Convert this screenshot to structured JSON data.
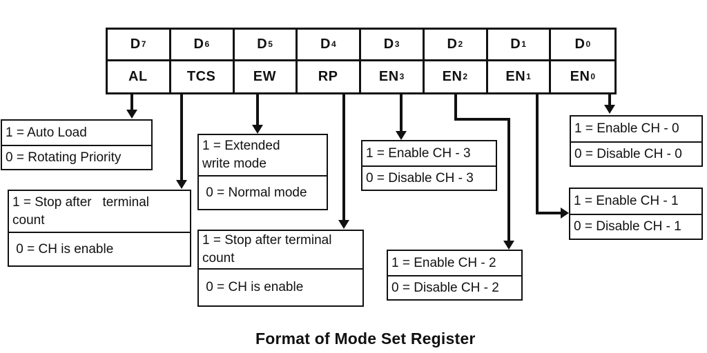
{
  "title": "Format of Mode Set Register",
  "colors": {
    "line": "#111111",
    "background": "#ffffff"
  },
  "register": {
    "bits": [
      {
        "name": "D",
        "sub": "7",
        "label": "AL",
        "label_sub": ""
      },
      {
        "name": "D",
        "sub": "6",
        "label": "TCS",
        "label_sub": ""
      },
      {
        "name": "D",
        "sub": "5",
        "label": "EW",
        "label_sub": ""
      },
      {
        "name": "D",
        "sub": "4",
        "label": "RP",
        "label_sub": ""
      },
      {
        "name": "D",
        "sub": "3",
        "label": "EN",
        "label_sub": "3"
      },
      {
        "name": "D",
        "sub": "2",
        "label": "EN",
        "label_sub": "2"
      },
      {
        "name": "D",
        "sub": "1",
        "label": "EN",
        "label_sub": "1"
      },
      {
        "name": "D",
        "sub": "0",
        "label": "EN",
        "label_sub": "0"
      }
    ]
  },
  "annotations": [
    {
      "bit": "AL",
      "rows": [
        "1 = Auto Load",
        "0 = Rotating Priority"
      ]
    },
    {
      "bit": "TCS",
      "rows": [
        "1 = Stop after   terminal\ncount",
        " 0 = CH is enable"
      ]
    },
    {
      "bit": "EW",
      "rows": [
        "1 = Extended\nwrite mode",
        " 0 = Normal mode"
      ]
    },
    {
      "bit": "RP",
      "rows": [
        "1 = Stop after terminal\ncount",
        " 0 = CH is enable"
      ]
    },
    {
      "bit": "EN3",
      "rows": [
        "1 = Enable CH - 3",
        "0 = Disable CH - 3"
      ]
    },
    {
      "bit": "EN2",
      "rows": [
        "1 = Enable CH - 2",
        "0 = Disable CH - 2"
      ]
    },
    {
      "bit": "EN1",
      "rows": [
        "1 = Enable CH - 1",
        "0 = Disable CH - 1"
      ]
    },
    {
      "bit": "EN0",
      "rows": [
        "1 = Enable CH - 0",
        "0 = Disable CH - 0"
      ]
    }
  ]
}
